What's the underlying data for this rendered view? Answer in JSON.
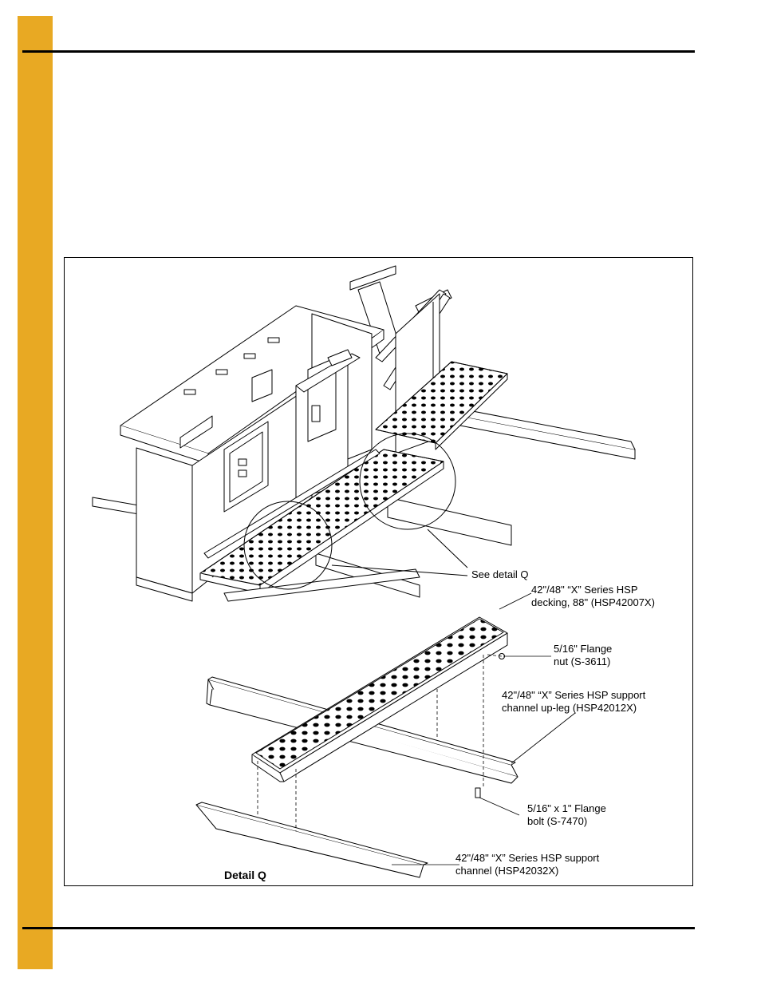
{
  "callouts": {
    "see_detail": "See detail Q",
    "decking": "42\"/48\" “X” Series HSP\ndecking, 88\" (HSP42007X)",
    "flange_nut": "5/16\" Flange\nnut (S-3611)",
    "up_leg": "42\"/48\" “X” Series HSP support\nchannel up-leg (HSP42012X)",
    "flange_bolt": "5/16\" x 1\" Flange\nbolt (S-7470)",
    "support_channel": "42\"/48\" “X” Series HSP support\nchannel (HSP42032X)"
  },
  "detail_title": "Detail Q",
  "colors": {
    "accent_tab": "#e8a923",
    "rule": "#000000"
  }
}
